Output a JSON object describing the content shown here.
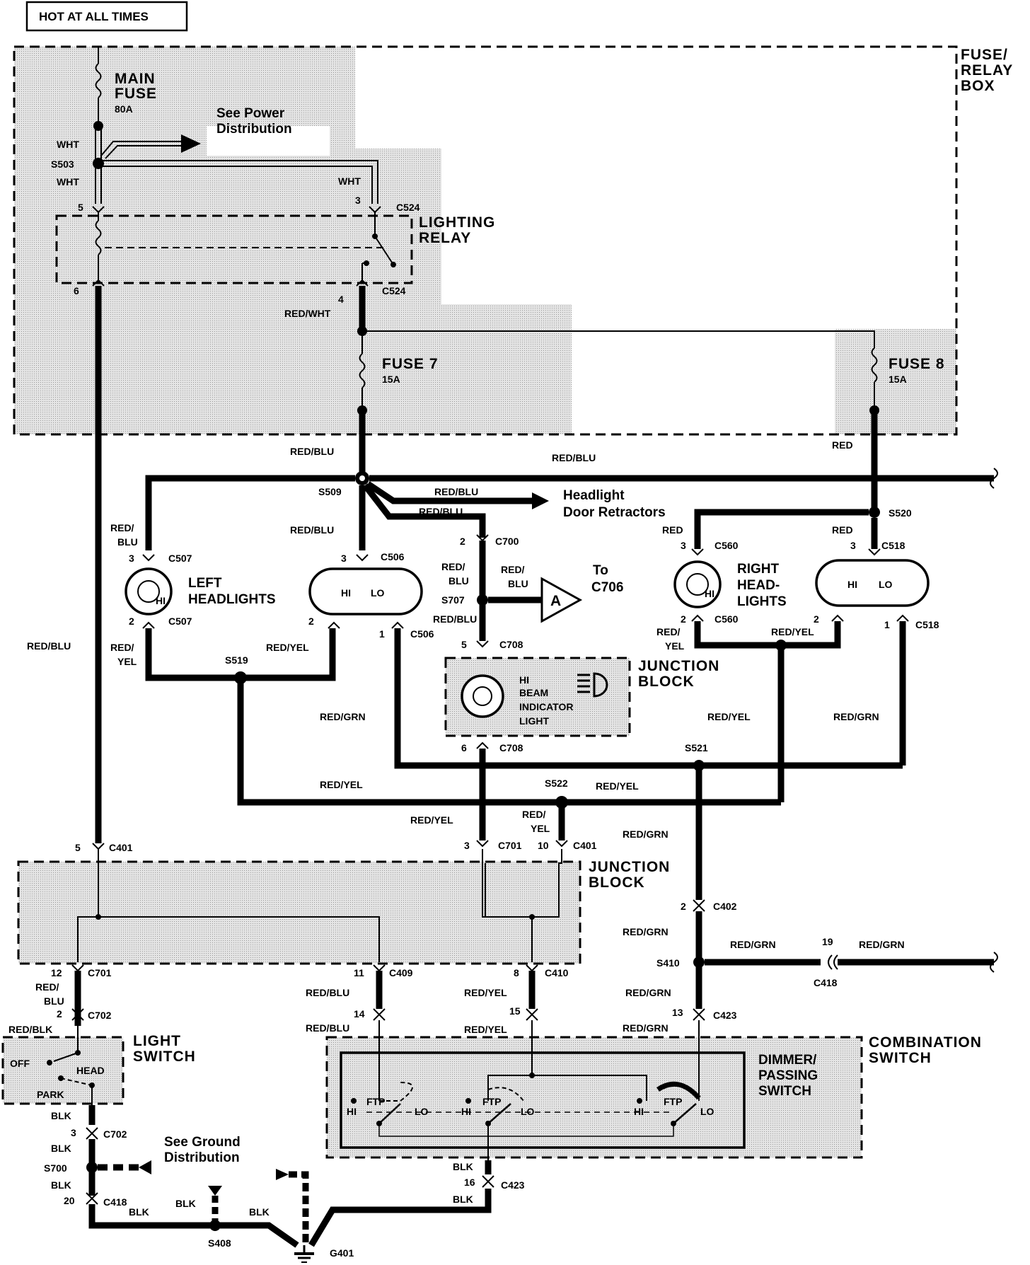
{
  "header": {
    "title": "HOT AT ALL TIMES"
  },
  "fuse_relay_box": {
    "label_line1": "FUSE/",
    "label_line2": "RELAY",
    "label_line3": "BOX"
  },
  "main_fuse": {
    "line1": "MAIN",
    "line2": "FUSE",
    "rating": "80A"
  },
  "power_distribution": {
    "line1": "See Power",
    "line2": "Distribution"
  },
  "wires": {
    "wht": "WHT",
    "red_wht": "RED/WHT",
    "red_blu": "RED/BLU",
    "red": "RED",
    "red_yel": "RED/YEL",
    "red_grn": "RED/GRN",
    "red_blk": "RED/BLK",
    "blk": "BLK"
  },
  "wire_split": {
    "red_blu_top": "RED/",
    "red_blu_bottom": "BLU",
    "red_yel_top": "RED/",
    "red_yel_bottom": "YEL"
  },
  "splices": {
    "s503": "S503",
    "s509": "S509",
    "s520": "S520",
    "s707": "S707",
    "s519": "S519",
    "s521": "S521",
    "s522": "S522",
    "s410": "S410",
    "s700": "S700",
    "s408": "S408"
  },
  "ground": {
    "g401": "G401"
  },
  "lighting_relay": {
    "line1": "LIGHTING",
    "line2": "RELAY"
  },
  "fuse7": {
    "name": "FUSE 7",
    "rating": "15A"
  },
  "fuse8": {
    "name": "FUSE 8",
    "rating": "15A"
  },
  "connectors": {
    "c524": "C524",
    "c507": "C507",
    "c506": "C506",
    "c700": "C700",
    "c708": "C708",
    "c560": "C560",
    "c518": "C518",
    "c401": "C401",
    "c701": "C701",
    "c402": "C402",
    "c418": "C418",
    "c409": "C409",
    "c410": "C410",
    "c423": "C423",
    "c702": "C702"
  },
  "pins": {
    "p1": "1",
    "p2": "2",
    "p3": "3",
    "p4": "4",
    "p5": "5",
    "p6": "6",
    "p8": "8",
    "p10": "10",
    "p11": "11",
    "p12": "12",
    "p13": "13",
    "p14": "14",
    "p15": "15",
    "p16": "16",
    "p19": "19",
    "p20": "20"
  },
  "headlight_door": {
    "line1": "Headlight",
    "line2": "Door Retractors"
  },
  "to_c706": {
    "line1": "To",
    "line2": "C706",
    "marker": "A"
  },
  "left_headlights": {
    "line1": "LEFT",
    "line2": "HEADLIGHTS"
  },
  "right_headlights": {
    "line1": "RIGHT",
    "line2": "HEAD-",
    "line3": "LIGHTS"
  },
  "bulb_labels": {
    "hi": "HI",
    "lo": "LO"
  },
  "junction_block_upper": {
    "line1": "JUNCTION",
    "line2": "BLOCK"
  },
  "junction_block_lower": {
    "line1": "JUNCTION",
    "line2": "BLOCK"
  },
  "hi_beam_indicator": {
    "line1": "HI",
    "line2": "BEAM",
    "line3": "INDICATOR",
    "line4": "LIGHT"
  },
  "light_switch": {
    "line1": "LIGHT",
    "line2": "SWITCH",
    "off": "OFF",
    "head": "HEAD",
    "park": "PARK"
  },
  "combination_switch": {
    "line1": "COMBINATION",
    "line2": "SWITCH"
  },
  "dimmer_switch": {
    "line1": "DIMMER/",
    "line2": "PASSING",
    "line3": "SWITCH",
    "hi": "HI",
    "ftp": "FTP",
    "lo": "LO"
  },
  "ground_distribution": {
    "line1": "See Ground",
    "line2": "Distribution"
  }
}
